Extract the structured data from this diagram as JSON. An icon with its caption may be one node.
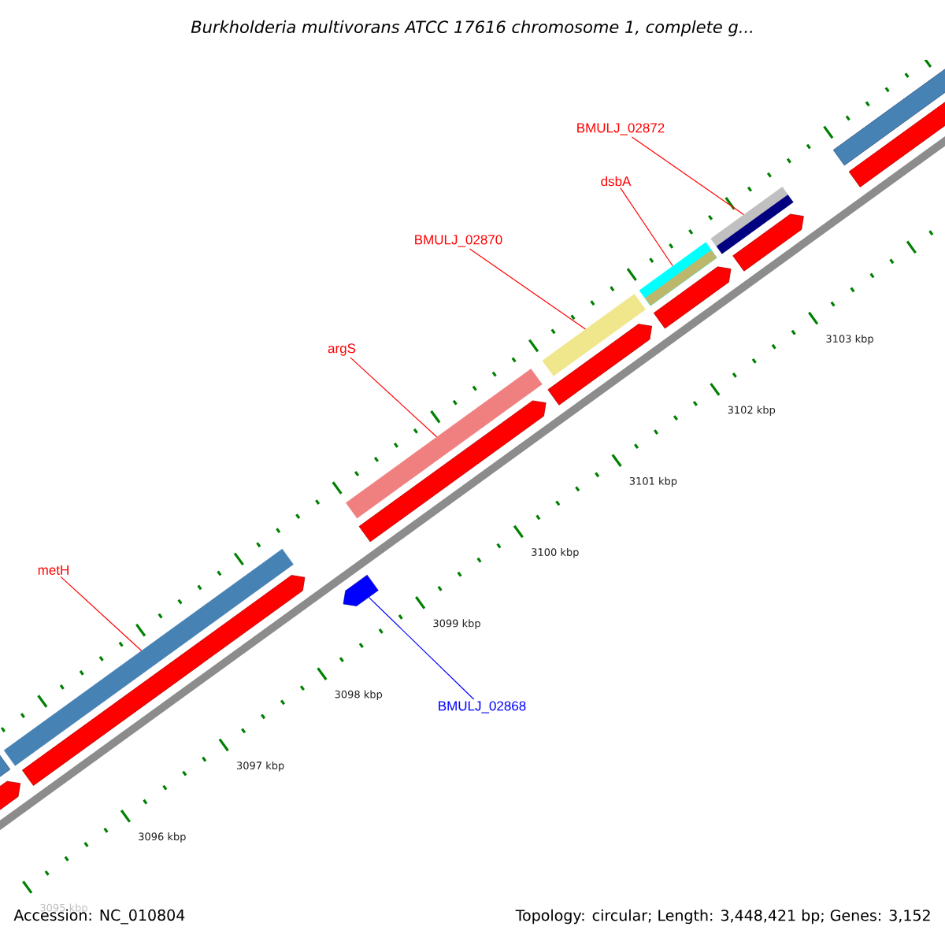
{
  "diagram": {
    "title": "Burkholderia multivorans ATCC 17616 chromosome 1, complete g...",
    "nodes": [
      {
        "text": [
          "metH"
        ]
      },
      {
        "text": [
          "argS"
        ]
      },
      {
        "text": [
          "BMULJ_02870"
        ]
      },
      {
        "text": [
          "dsbA"
        ]
      },
      {
        "text": [
          "BMULJ_02872"
        ]
      },
      {
        "text": [
          "BMULJ_02868"
        ]
      },
      {
        "text": [],
        "shape": "bar"
      },
      {
        "text": [],
        "shape": "bar"
      },
      {
        "text": [],
        "shape": "bar"
      },
      {
        "text": [],
        "shape": "bar"
      },
      {
        "text": [],
        "shape": "bar"
      },
      {
        "text": [],
        "shape": "arrow"
      }
    ],
    "edges": [
      {
        "from": 0,
        "to": 6,
        "arrow": "none"
      },
      {
        "from": 1,
        "to": 7,
        "arrow": "none"
      },
      {
        "from": 2,
        "to": 8,
        "arrow": "none"
      },
      {
        "from": 3,
        "to": 9,
        "arrow": "none"
      },
      {
        "from": 4,
        "to": 10,
        "arrow": "none"
      },
      {
        "from": 5,
        "to": 11,
        "arrow": "none",
        "color": "#0000ff"
      }
    ],
    "labels": [
      "3103 kbp",
      "3102 kbp",
      "3101 kbp",
      "3100 kbp",
      "3099 kbp",
      "3098 kbp",
      "3097 kbp",
      "3096 kbp",
      "3095 kbp",
      "Accession: NC_010804",
      "Topology: circular; Length: 3,448,421 bp; Genes: 3,152"
    ]
  }
}
